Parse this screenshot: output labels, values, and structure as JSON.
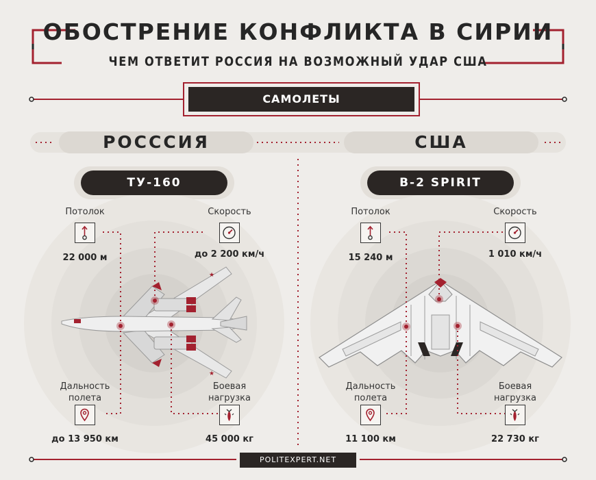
{
  "header": {
    "title": "ОБОСТРЕНИЕ КОНФЛИКТА В СИРИИ",
    "subtitle": "ЧЕМ ОТВЕТИТ РОССИЯ НА ВОЗМОЖНЫЙ УДАР США"
  },
  "section": {
    "label": "САМОЛЕТЫ"
  },
  "colors": {
    "accent": "#a3212f",
    "dark": "#2b2624",
    "background": "#efedea"
  },
  "russia": {
    "country": "РОСССИЯ",
    "plane": "ТУ-160",
    "ceiling_label": "Потолок",
    "ceiling_value": "22 000 м",
    "speed_label": "Скорость",
    "speed_value": "до 2 200 км/ч",
    "range_label_1": "Дальность",
    "range_label_2": "полета",
    "range_value": "до 13 950 км",
    "payload_label_1": "Боевая",
    "payload_label_2": "нагрузка",
    "payload_value": "45 000 кг"
  },
  "usa": {
    "country": "США",
    "plane": "B-2 SPIRIT",
    "ceiling_label": "Потолок",
    "ceiling_value": "15 240 м",
    "speed_label": "Скорость",
    "speed_value": "1 010 км/ч",
    "range_label_1": "Дальность",
    "range_label_2": "полета",
    "range_value": "11 100 км",
    "payload_label_1": "Боевая",
    "payload_label_2": "нагрузка",
    "payload_value": "22 730 кг"
  },
  "footer": {
    "source": "POLITEXPERT.NET"
  },
  "icons": [
    "thermometer-icon",
    "speedometer-icon",
    "map-pin-icon",
    "bomb-icon"
  ]
}
